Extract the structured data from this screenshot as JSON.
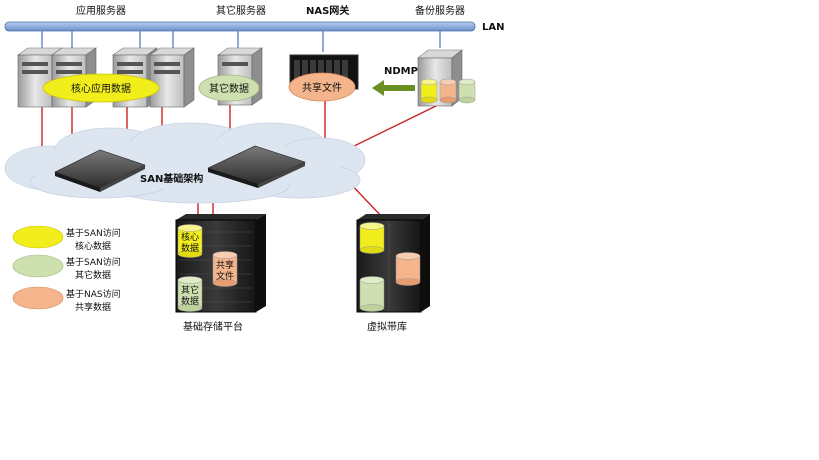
{
  "top_labels": {
    "app_servers": "应用服务器",
    "other_servers": "其它服务器",
    "nas_gateway": "NAS网关",
    "backup_servers": "备份服务器",
    "lan": "LAN"
  },
  "ellipses": {
    "core_app_data": "核心应用数据",
    "other_data": "其它数据",
    "shared_files": "共享文件"
  },
  "ndmp": "NDMP",
  "san_label": "SAN基础架构",
  "legend": [
    {
      "line1": "基于SAN访问",
      "line2": "核心数据",
      "color": "#f2ee1c"
    },
    {
      "line1": "基于SAN访问",
      "line2": "其它数据",
      "color": "#cfe0b0"
    },
    {
      "line1": "基于NAS访问",
      "line2": "共享数据",
      "color": "#f4b48c"
    }
  ],
  "storage": {
    "label": "基础存储平台",
    "core_l1": "核心",
    "core_l2": "数据",
    "share_l1": "共享",
    "share_l2": "文件",
    "other_l1": "其它",
    "other_l2": "数据"
  },
  "tape": {
    "label": "虚拟带库"
  },
  "colors": {
    "core": "#f2ee1c",
    "other": "#cfe0b0",
    "share": "#f4b48c",
    "link": "#cc2222",
    "lan": "#8aa8d8"
  }
}
